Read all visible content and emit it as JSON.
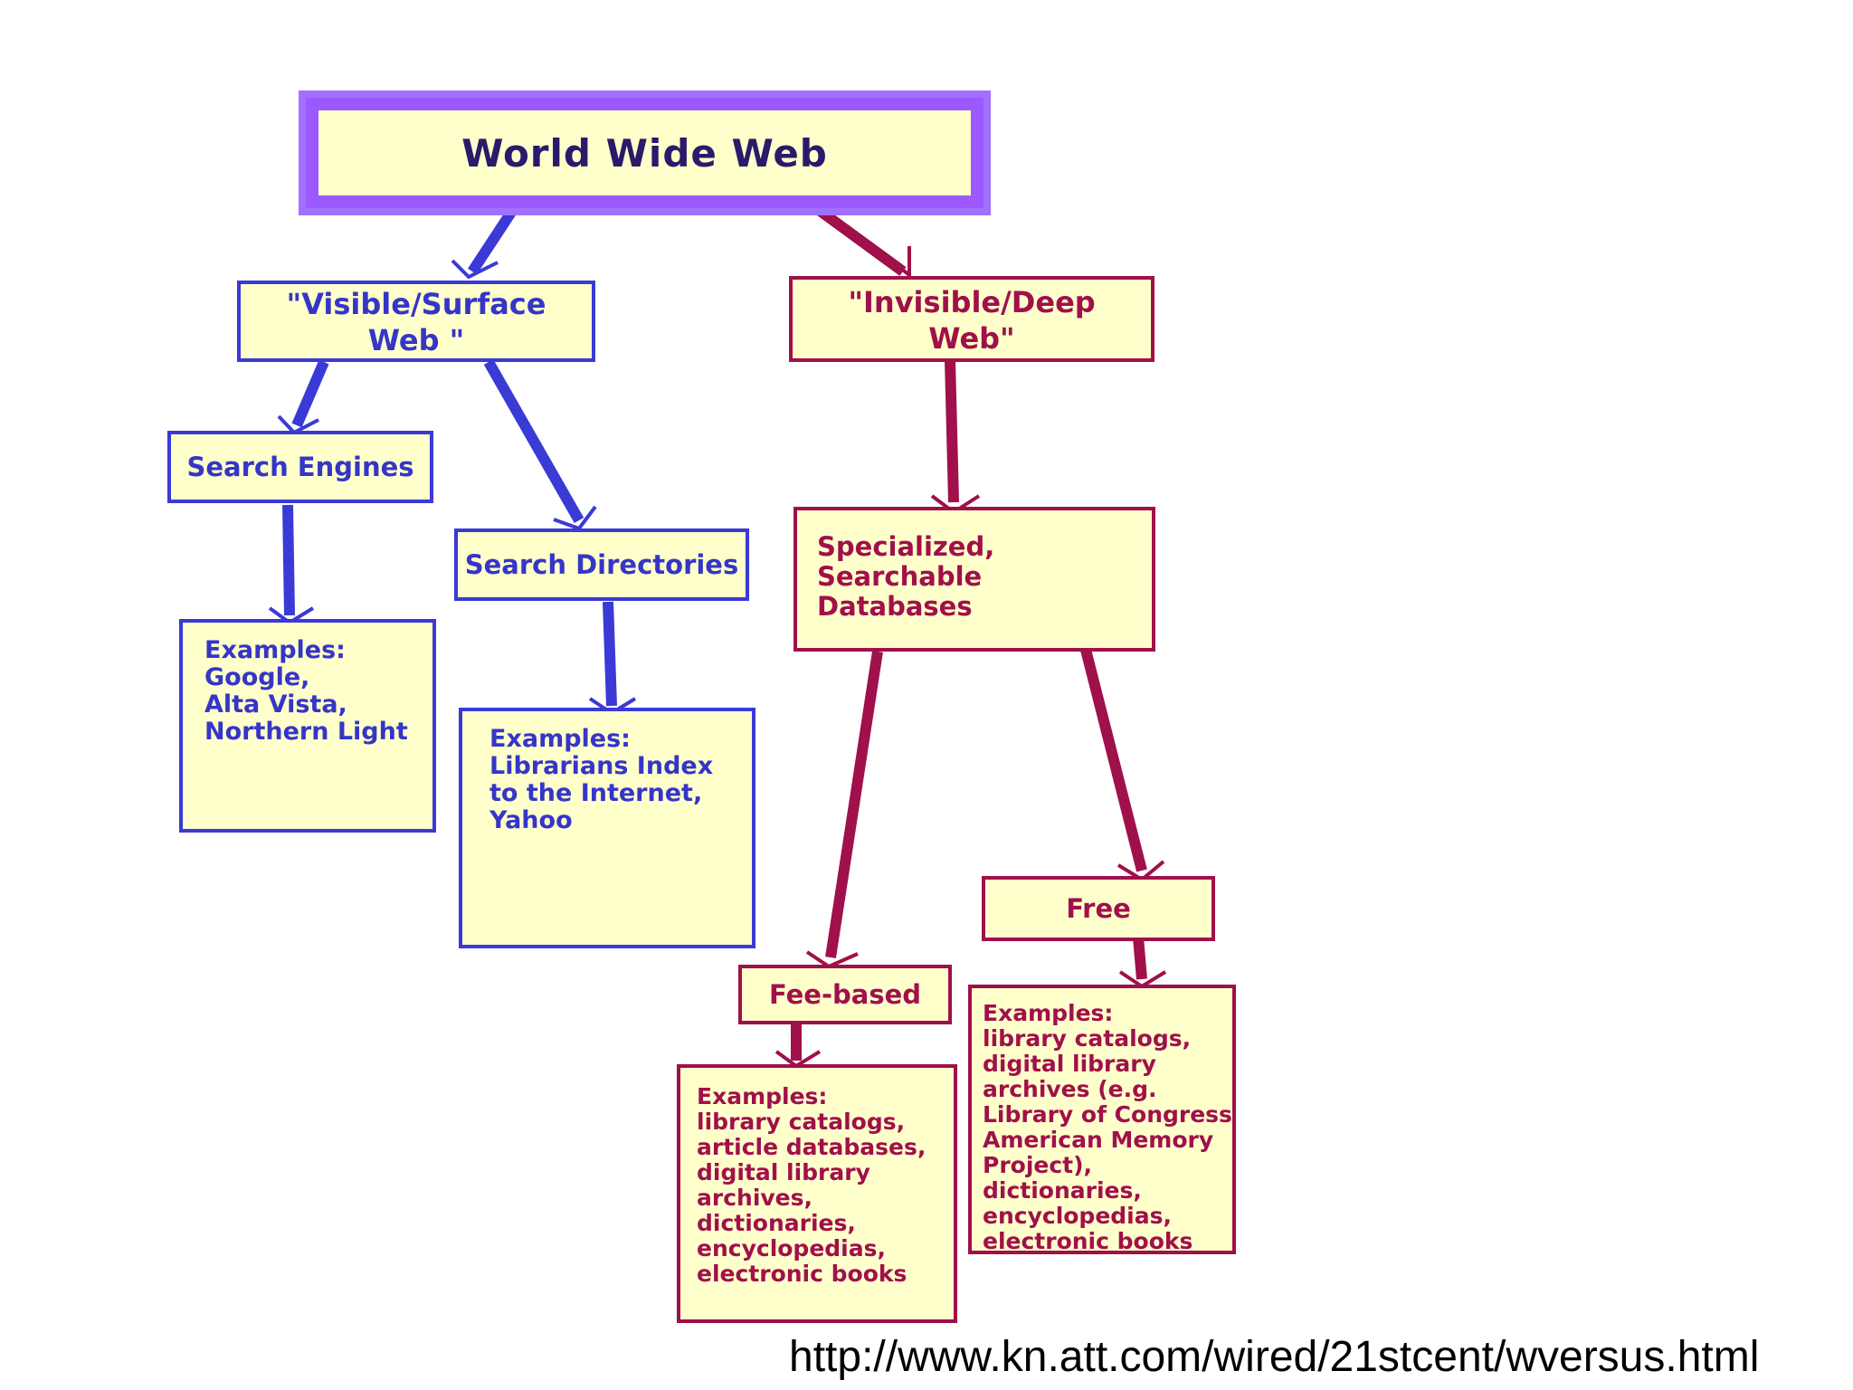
{
  "diagram": {
    "root": "World Wide Web",
    "visible_web": "\"Visible/Surface\nWeb \"",
    "invisible_web": "\"Invisible/Deep\nWeb\"",
    "search_engines": "Search Engines",
    "search_directories": "Search Directories",
    "engines_examples": "Examples:\nGoogle,\nAlta Vista,\nNorthern Light",
    "directories_examples": "Examples:\nLibrarians Index\nto the Internet,\nYahoo",
    "specialized_databases": "Specialized,\n      Searchable\n            Databases",
    "fee_based": "Fee-based",
    "free": "Free",
    "fee_examples": "Examples:\nlibrary catalogs,\narticle databases,\ndigital library\narchives,\ndictionaries,\nencyclopedias,\nelectronic books",
    "free_examples": "Examples:\nlibrary catalogs,\ndigital library\narchives  (e.g.\nLibrary of Congress\nAmerican Memory\nProject),\ndictionaries,\nencyclopedias,\nelectronic books"
  },
  "source_url": "http://www.kn.att.com/wired/21stcent/wversus.html",
  "colors": {
    "box_fill": "#ffffcc",
    "visible_branch": "#3a3ad6",
    "invisible_branch": "#a0104a",
    "root_border": "#9b59ff"
  }
}
